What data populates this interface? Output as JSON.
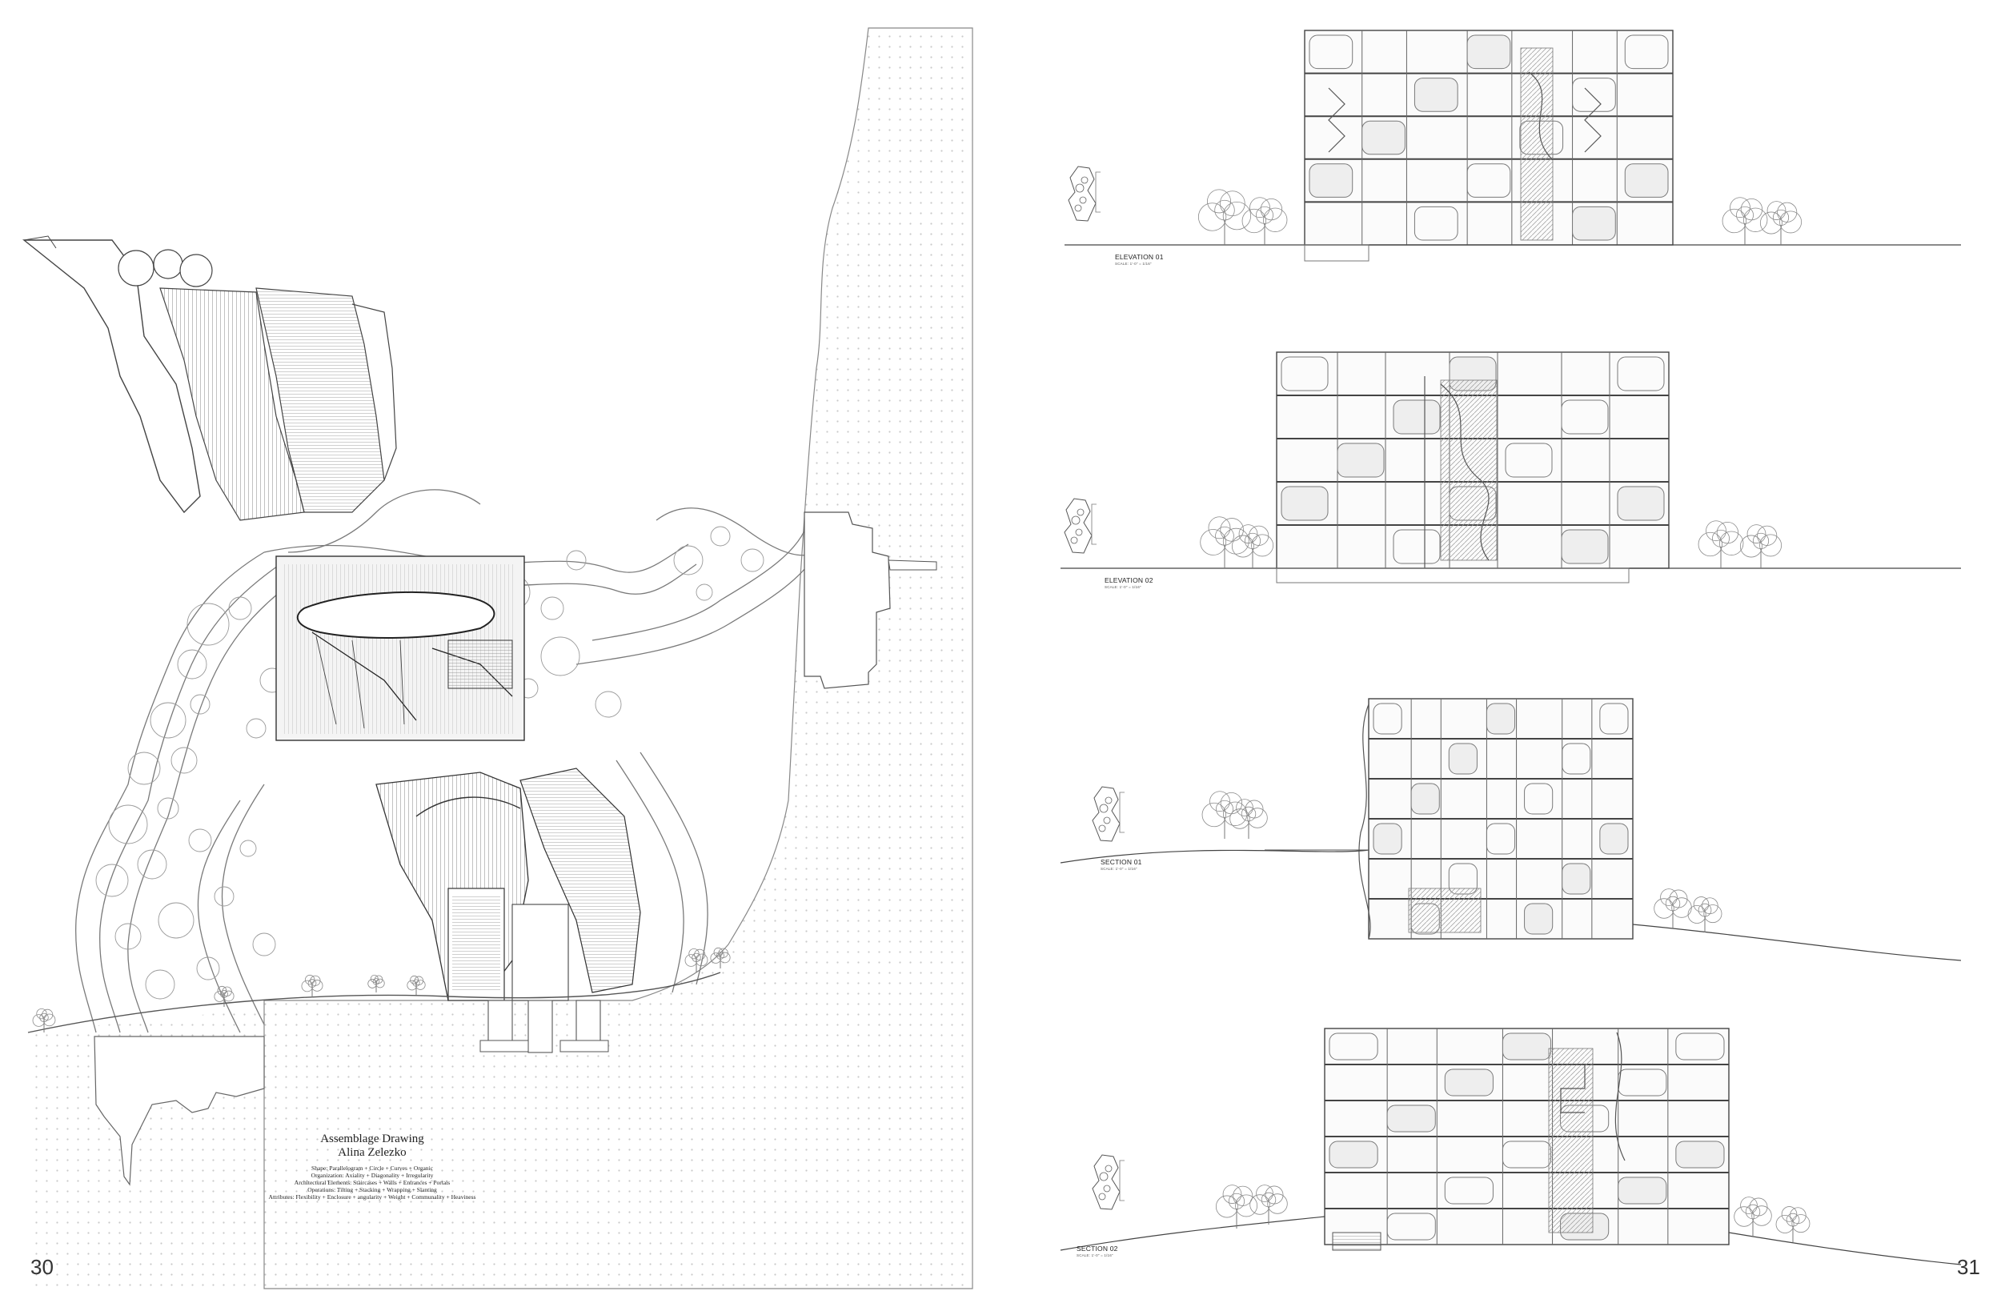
{
  "caption": {
    "title": "Assemblage Drawing",
    "author": "Alina Zelezko",
    "lines": [
      "Shape: Parallelogram + Circle + Curves + Organic",
      "Organization: Axiality + Diagonality + Irregularity",
      "Architectural Elements: Staircases + Walls + Entrances + Portals",
      "Operations: Tilting + Stacking + Wrapping + Slanting",
      "Attributes: Flexibility + Enclosure + angularity + Weight + Communality + Heaviness"
    ]
  },
  "page_left": "30",
  "page_right": "31",
  "drawings": [
    {
      "label": "ELEVATION 01",
      "scale": "SCALE: 1'-0\" = 1/16\""
    },
    {
      "label": "ELEVATION 02",
      "scale": "SCALE: 1'-0\" = 1/16\""
    },
    {
      "label": "SECTION 01",
      "scale": "SCALE: 1'-0\" = 1/16\""
    },
    {
      "label": "SECTION 02",
      "scale": "SCALE: 1'-0\" = 1/16\""
    }
  ],
  "colors": {
    "ink": "#3a3a3a",
    "light": "#9a9a9a",
    "fill": "#eeeeee",
    "dots": "#c8c8c8"
  }
}
